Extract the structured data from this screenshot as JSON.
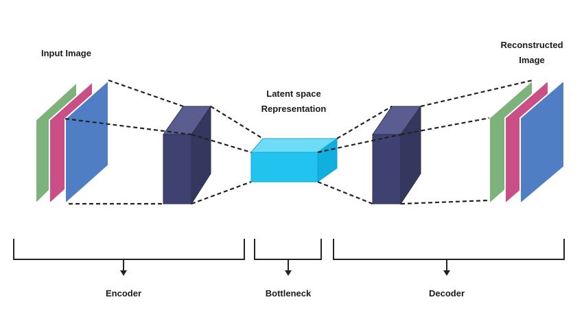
{
  "labels": {
    "input": "Input Image",
    "reconstructed_line1": "Reconstructed",
    "reconstructed_line2": "Image",
    "latent_line1": "Latent space",
    "latent_line2": "Representation",
    "encoder": "Encoder",
    "bottleneck": "Bottleneck",
    "decoder": "Decoder"
  },
  "colors": {
    "green": "#7db27a",
    "pink": "#c94f86",
    "blue": "#4f7ec4",
    "block": "#3f4270",
    "latent": "#22c4ef",
    "line": "#222222"
  }
}
